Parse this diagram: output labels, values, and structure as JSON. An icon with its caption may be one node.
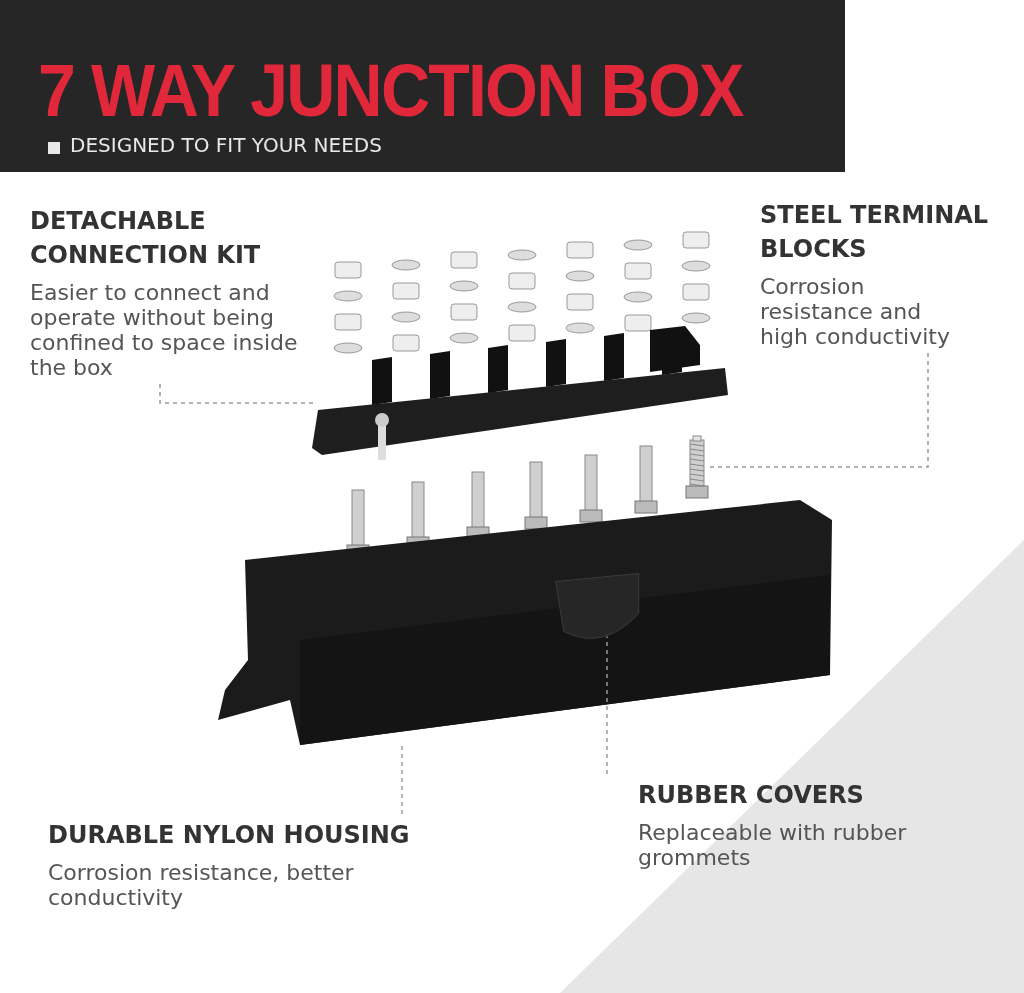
{
  "diagram": {
    "title": "7 WAY JUNCTION BOX",
    "nodes": [
      {
        "text": [
          "DETACHABLE CONNECTION KIT",
          "Easier to connect and operate without being confined to space inside the box"
        ]
      },
      {
        "text": [
          "STEEL TERMINAL BLOCKS",
          "Corrosion resistance and high conductivity"
        ]
      },
      {
        "text": [
          "DURABLE NYLON HOUSING",
          "Corrosion resistance, better conductivity"
        ]
      },
      {
        "text": [
          "RUBBER COVERS",
          "Replaceable with rubber grommets"
        ]
      },
      {
        "text": [],
        "shape": "picture"
      },
      {
        "text": [],
        "shape": "picture"
      },
      {
        "text": [],
        "shape": "picture"
      },
      {
        "text": [],
        "shape": "picture",
        "in": 6
      }
    ],
    "edges": [
      {
        "from": 0,
        "to": 4,
        "arrow": "none",
        "style": "dashed"
      },
      {
        "from": 1,
        "to": 5,
        "arrow": "none",
        "style": "dashed"
      },
      {
        "from": 2,
        "to": 6,
        "arrow": "none",
        "style": "dashed"
      },
      {
        "from": 3,
        "to": 7,
        "arrow": "none",
        "style": "dashed"
      }
    ],
    "labels": [
      "DESIGNED TO FIT YOUR NEEDS"
    ]
  }
}
